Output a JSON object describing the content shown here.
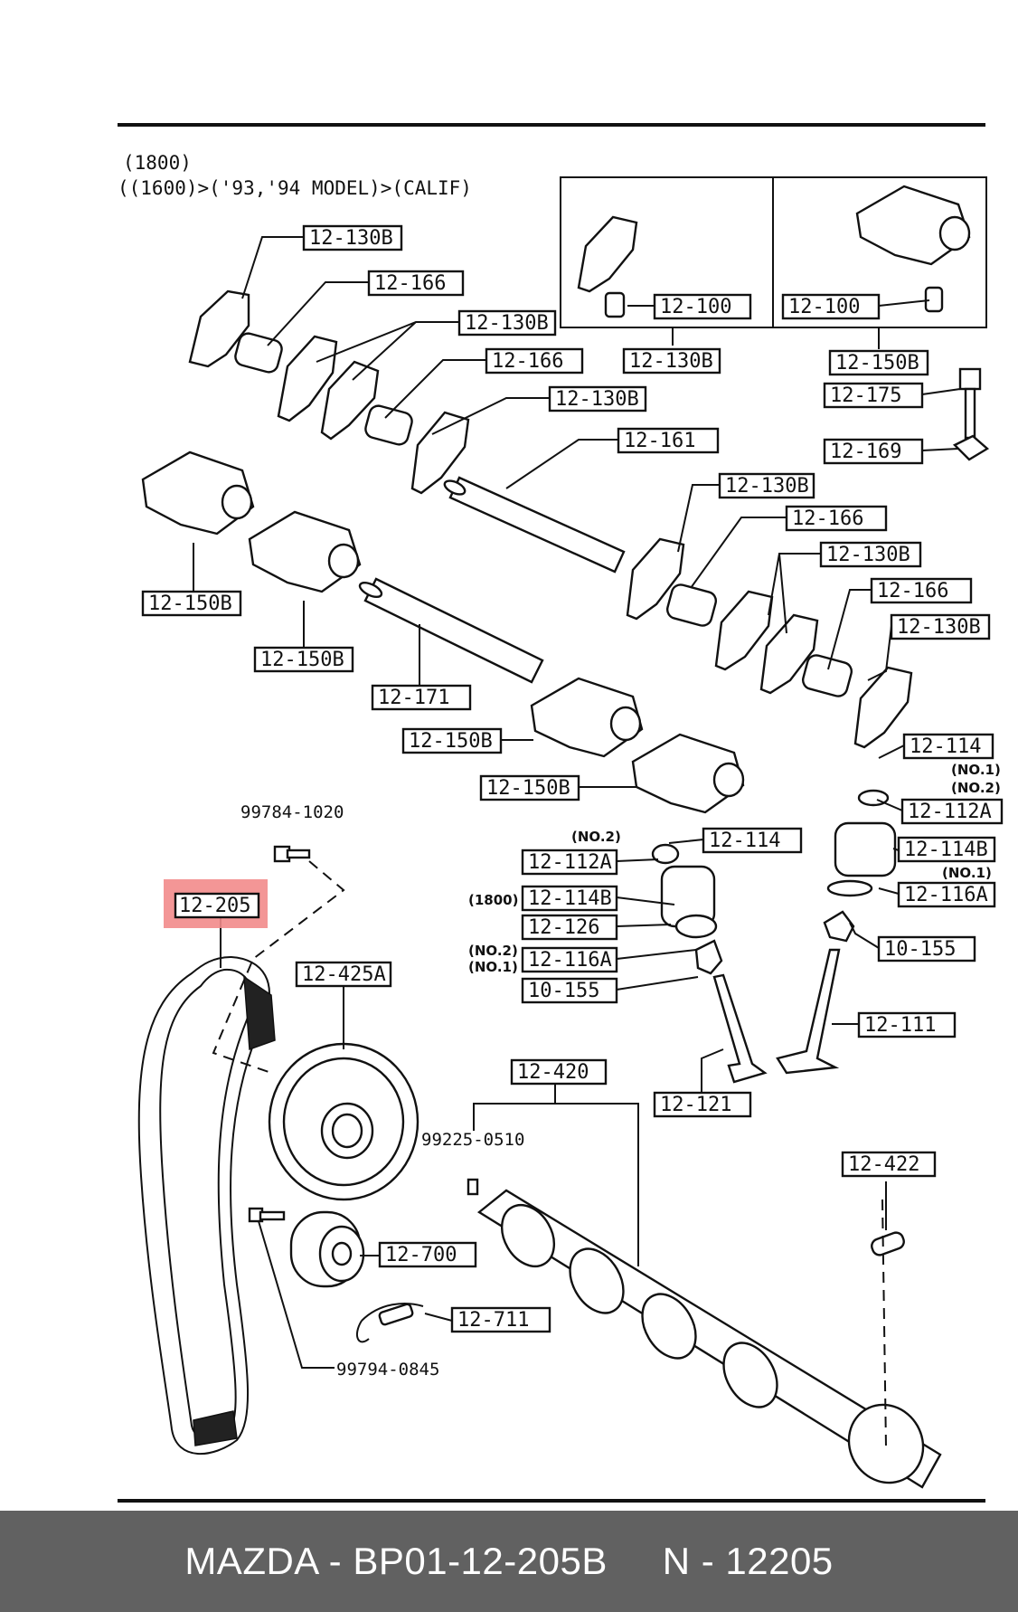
{
  "header": {
    "line1": "(1800)",
    "line2": "((1600)>('93,'94 MODEL)>(CALIF)"
  },
  "callouts": {
    "c130b_1": "12-130B",
    "c166_1": "12-166",
    "c130b_2": "12-130B",
    "c166_2": "12-166",
    "c130b_3": "12-130B",
    "c161": "12-161",
    "c100_a": "12-100",
    "c130b_box": "12-130B",
    "c100_b": "12-100",
    "c150b_box": "12-150B",
    "c175": "12-175",
    "c169": "12-169",
    "c130b_4": "12-130B",
    "c166_3": "12-166",
    "c130b_5": "12-130B",
    "c166_4": "12-166",
    "c130b_6": "12-130B",
    "c150b_1": "12-150B",
    "c150b_2": "12-150B",
    "c171": "12-171",
    "c150b_3": "12-150B",
    "c150b_4": "12-150B",
    "c114_r": "12-114",
    "c112a_r": "12-112A",
    "c114b_r": "12-114B",
    "c116a_r": "12-116A",
    "c155_r": "10-155",
    "c111": "12-111",
    "c114_l": "12-114",
    "c112a_l": "12-112A",
    "c114b_l": "12-114B",
    "c126": "12-126",
    "c116a_l": "12-116A",
    "c155_l": "10-155",
    "c121": "12-121",
    "c420": "12-420",
    "c422": "12-422",
    "c205": "12-205",
    "c425a": "12-425A",
    "c700": "12-700",
    "c711": "12-711"
  },
  "plain_labels": {
    "bolt_99784": "99784-1020",
    "pin_99225": "99225-0510",
    "bolt_99794": "99794-0845"
  },
  "notes": {
    "no1_r1": "(NO.1)",
    "no2_r": "(NO.2)",
    "no1_r2": "(NO.1)",
    "no2_l1": "(NO.2)",
    "n1800": "(1800)",
    "no2_l2": "(NO.2)",
    "no1_l": "(NO.1)"
  },
  "highlight": {
    "target": "12-205",
    "color": "#f28b8b"
  },
  "footer": {
    "brand": "MAZDA",
    "part_number": "BP01-12-205B",
    "ref": "N - 12205"
  },
  "colors": {
    "footer_bg": "#616161",
    "line": "#111111"
  }
}
